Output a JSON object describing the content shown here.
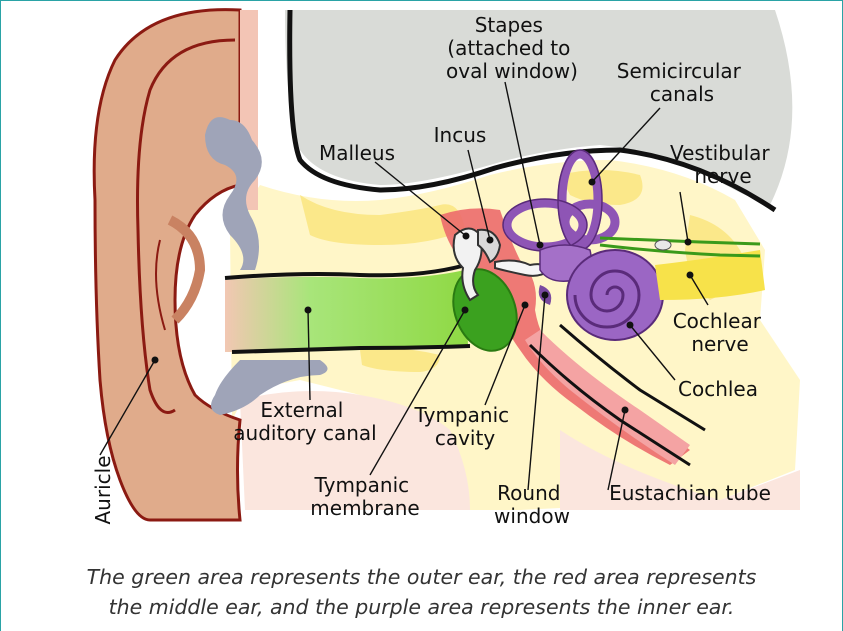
{
  "labels": {
    "stapes": [
      "Stapes",
      "(attached to",
      "oval window)"
    ],
    "semicircular": [
      "Semicircular",
      "canals"
    ],
    "incus": [
      "Incus"
    ],
    "malleus": [
      "Malleus"
    ],
    "vestibular": [
      "Vestibular",
      "nerve"
    ],
    "cochlear_nerve": [
      "Cochlear",
      "nerve"
    ],
    "cochlea": [
      "Cochlea"
    ],
    "external_canal": [
      "External",
      "auditory canal"
    ],
    "tympanic_cavity": [
      "Tympanic",
      "cavity"
    ],
    "auricle": [
      "Auricle"
    ],
    "tympanic_membrane": [
      "Tympanic",
      "membrane"
    ],
    "round_window": [
      "Round",
      "window"
    ],
    "eustachian": [
      "Eustachian tube"
    ]
  },
  "caption": [
    "The green area represents the outer ear, the red area represents",
    "the middle ear, and the purple area represents the inner ear."
  ],
  "colors": {
    "outer_ear": "#7fd12e",
    "middle_ear": "#e85c5c",
    "inner_ear": "#8e55b5",
    "bone": "#fff6c8",
    "skin": "#e0ab8b"
  }
}
